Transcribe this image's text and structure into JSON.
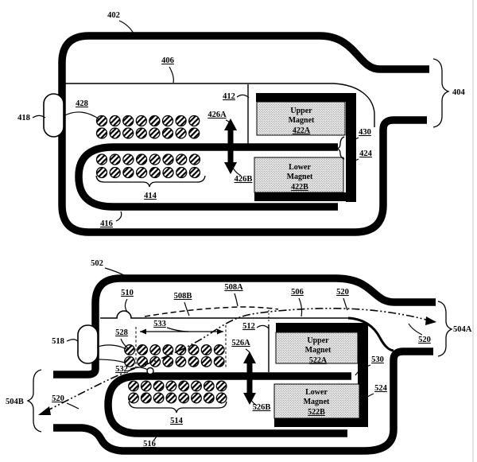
{
  "colors": {
    "ink": "#000000",
    "paper": "#ffffff",
    "stipple_bg": "#ececec",
    "stipple_dot": "#8f8f8f",
    "edge_line": "#d8d8d8"
  },
  "figure_top": {
    "refs": {
      "r402": "402",
      "r404": "404",
      "r406": "406",
      "r412": "412",
      "r414": "414",
      "r416": "416",
      "r418": "418",
      "r424": "424",
      "r426a": "426A",
      "r426b": "426B",
      "r428": "428",
      "r430": "430"
    },
    "upper_magnet": {
      "line1": "Upper",
      "line2": "Magnet",
      "ref": "422A"
    },
    "lower_magnet": {
      "line1": "Lower",
      "line2": "Magnet",
      "ref": "422B"
    },
    "coil_arrays": {
      "upper": {
        "rows": 2,
        "cols": 8
      },
      "lower": {
        "rows": 2,
        "cols": 8
      }
    }
  },
  "figure_bottom": {
    "refs": {
      "r502": "502",
      "r504a": "504A",
      "r504b": "504B",
      "r506": "506",
      "r508a": "508A",
      "r508b": "508B",
      "r510": "510",
      "r512": "512",
      "r514": "514",
      "r516": "516",
      "r518": "518",
      "r520": "520",
      "r524": "524",
      "r526a": "526A",
      "r526b": "526B",
      "r528": "528",
      "r530": "530",
      "r532": "532",
      "r533": "533"
    },
    "upper_magnet": {
      "line1": "Upper",
      "line2": "Magnet",
      "ref": "522A"
    },
    "lower_magnet": {
      "line1": "Lower",
      "line2": "Magnet",
      "ref": "522B"
    },
    "coil_arrays": {
      "upper": {
        "rows": 2,
        "cols": 8
      },
      "lower": {
        "rows": 2,
        "cols": 8
      }
    }
  }
}
